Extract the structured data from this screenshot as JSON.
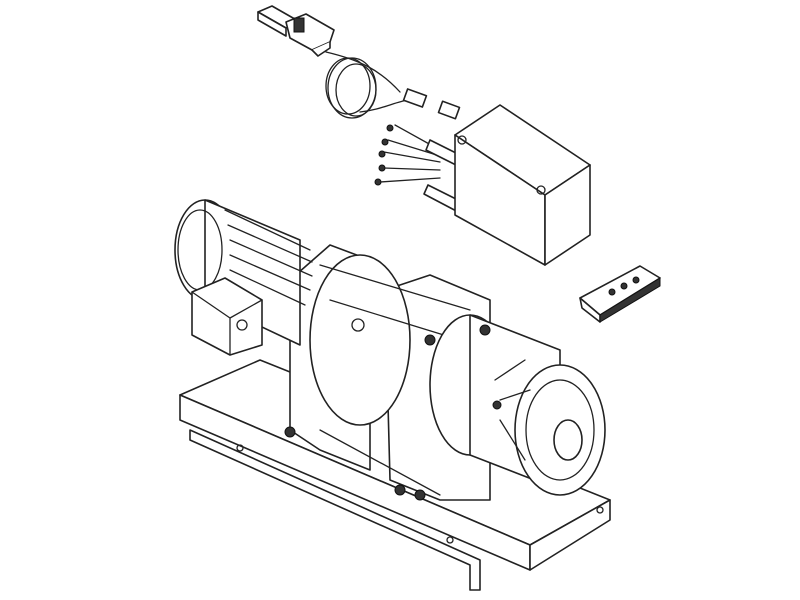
{
  "diagram": {
    "style": "isometric-line-drawing",
    "colors": {
      "line": "#222222",
      "background": "#ffffff"
    },
    "parts": [
      "remote-switch",
      "coiled-cable",
      "cable-connector",
      "wire-leads",
      "control-box",
      "wireless-pendant",
      "electric-motor",
      "winch-frame",
      "cable-drum",
      "gearbox",
      "base-frame"
    ]
  }
}
